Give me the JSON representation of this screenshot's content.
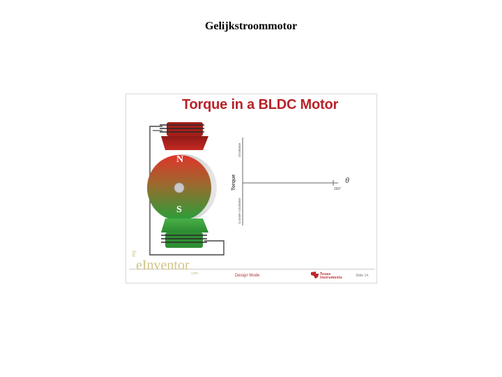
{
  "page": {
    "title": "Gelijkstroommotor"
  },
  "slide": {
    "title": "Torque in a BLDC Motor",
    "rotor": {
      "north_label": "N",
      "south_label": "S"
    },
    "graph": {
      "y_axis_label": "Torque",
      "y_positive_label": "Clockwise",
      "y_negative_label": "Counter-Clockwise",
      "x_symbol": "θ",
      "x_tick_label": "360°"
    },
    "footer": {
      "watermark": "eInventor",
      "watermark_prefix": "my",
      "watermark_suffix": ".com",
      "center_text": "Design Mode",
      "ti_line1": "Texas",
      "ti_line2": "Instruments",
      "slide_number": "Slide 14"
    }
  },
  "colors": {
    "title_red": "#b8232a",
    "stator_red": "#b3221d",
    "stator_green": "#3a9a3a",
    "rotor_red": "#d8352a",
    "rotor_green": "#2e9a3a"
  }
}
